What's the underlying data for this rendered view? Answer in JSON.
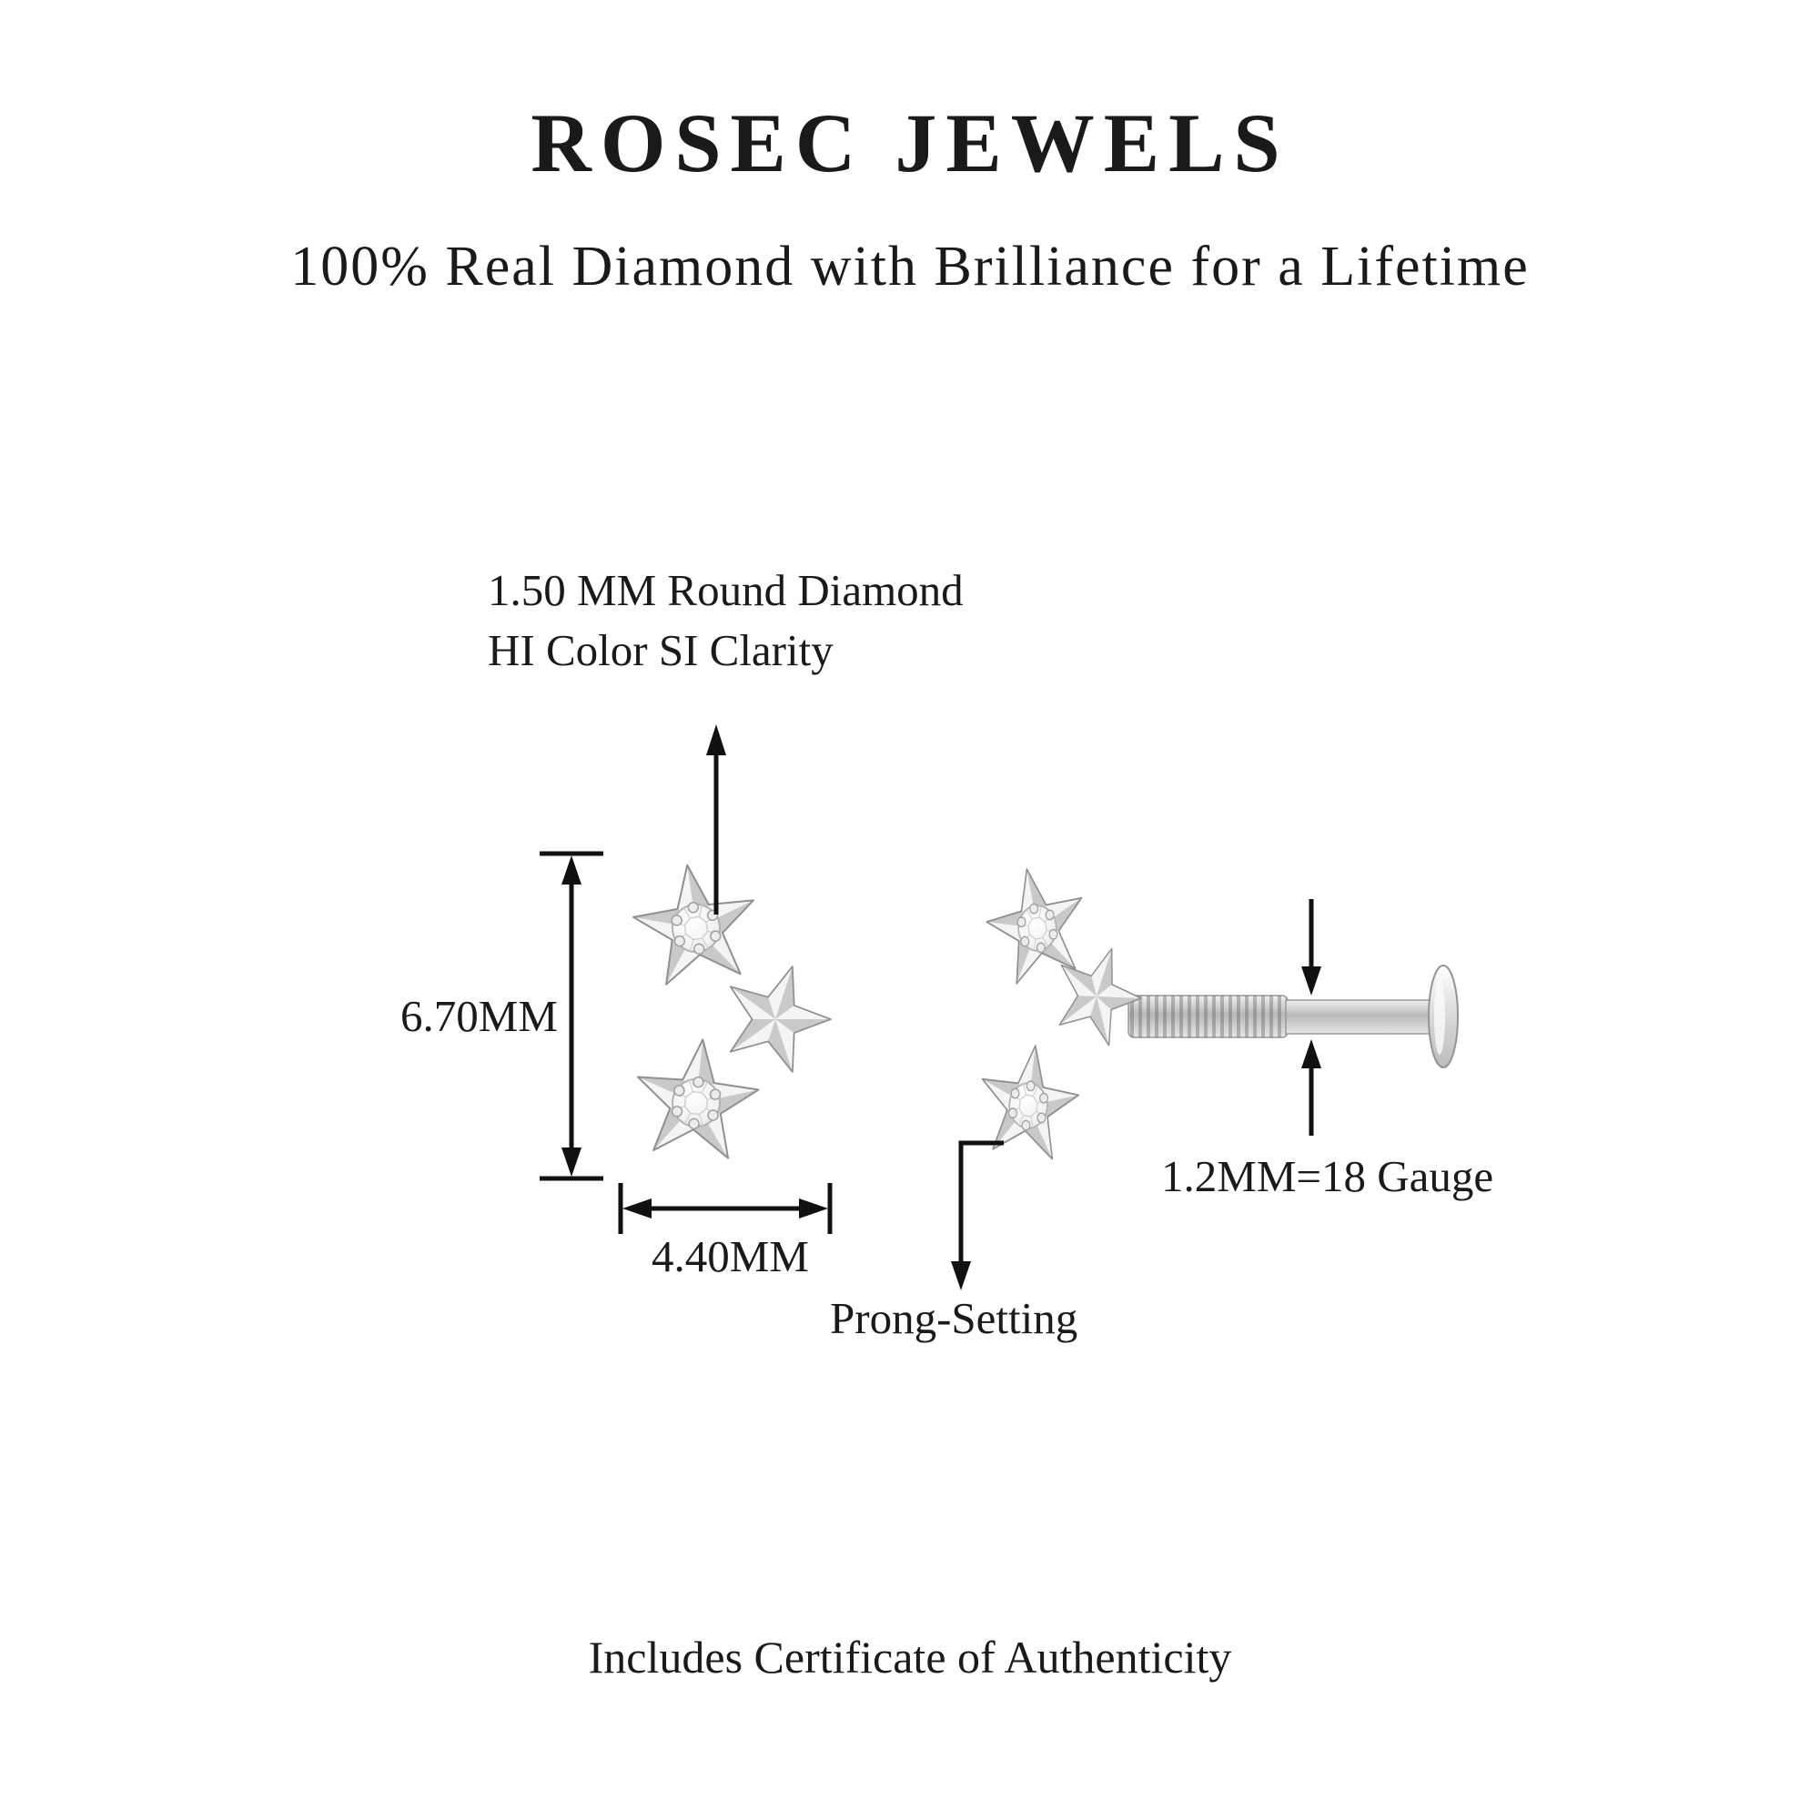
{
  "header": {
    "brand": "ROSEC JEWELS",
    "tagline": "100% Real Diamond with Brilliance for a Lifetime"
  },
  "annotations": {
    "diamond_spec": {
      "line1": "1.50 MM Round Diamond",
      "line2": "HI Color SI Clarity"
    },
    "height_label": "6.70MM",
    "width_label": "4.40MM",
    "gauge_label": "1.2MM=18 Gauge",
    "setting_label": "Prong-Setting"
  },
  "footer": {
    "certificate_note": "Includes Certificate of Authenticity"
  },
  "diagram": {
    "views": [
      "front-view-earring",
      "side-view-earring"
    ],
    "icons": [
      "star-icon",
      "diamond-icon",
      "threaded-post",
      "flat-back-disc",
      "dimension-arrows"
    ]
  },
  "colors": {
    "background": "#ffffff",
    "text": "#1a1a1a",
    "annotation_line": "#111111",
    "metal_light": "#f4f4f4",
    "metal_dark": "#c9c9c9",
    "metal_stroke": "#8f8f8f"
  }
}
